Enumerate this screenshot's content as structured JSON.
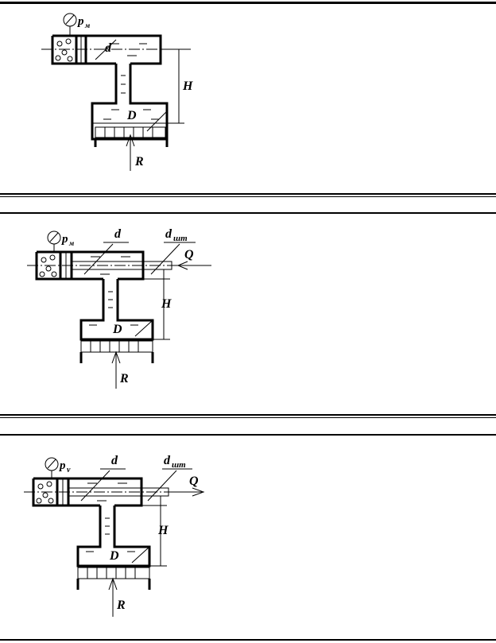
{
  "diagrams": [
    {
      "gauge_label": "p",
      "gauge_sub": "м",
      "d_label": "d",
      "D_label": "D",
      "H_label": "H",
      "R_label": "R"
    },
    {
      "gauge_label": "p",
      "gauge_sub": "м",
      "d_label": "d",
      "dsht_label": "d",
      "dsht_sub": "шт",
      "Q_label": "Q",
      "D_label": "D",
      "H_label": "H",
      "R_label": "R"
    },
    {
      "gauge_label": "p",
      "gauge_sub": "v",
      "d_label": "d",
      "dsht_label": "d",
      "dsht_sub": "шт",
      "Q_label": "Q",
      "D_label": "D",
      "H_label": "H",
      "R_label": "R"
    }
  ]
}
